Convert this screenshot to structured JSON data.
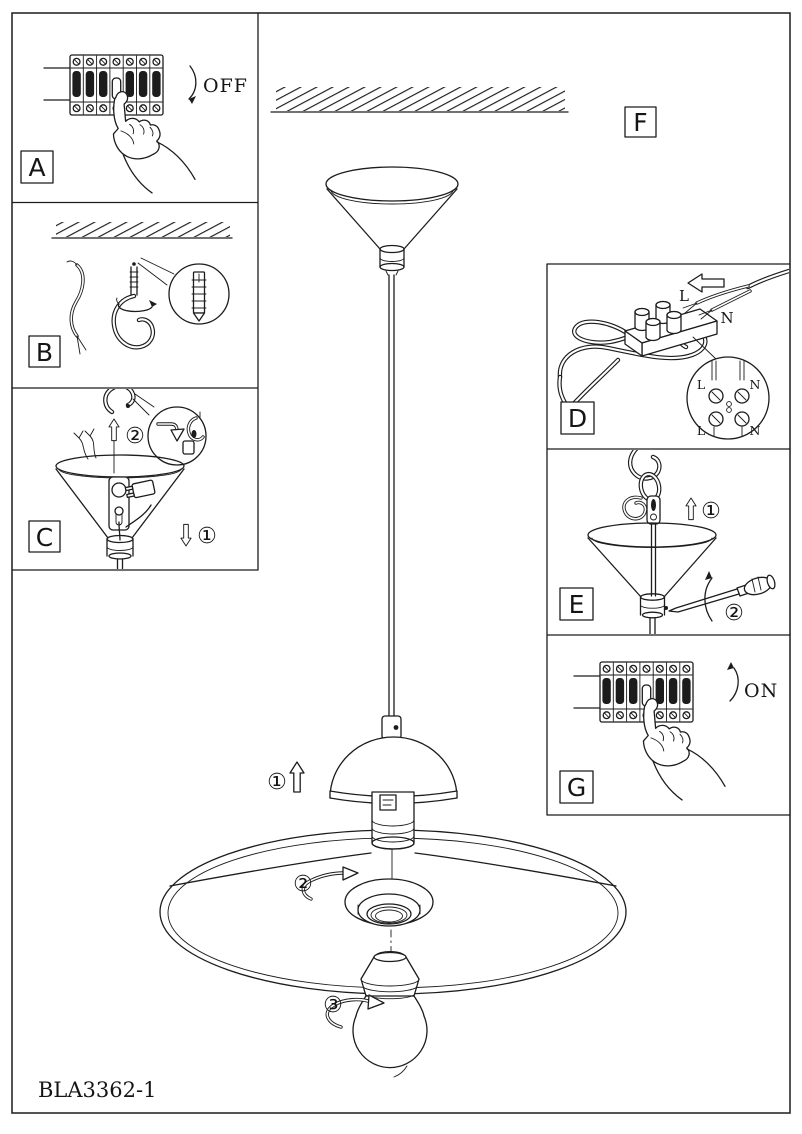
{
  "sheet": {
    "product_code": "BLA3362-1"
  },
  "panels": {
    "a": {
      "label": "A",
      "breaker_action": "OFF"
    },
    "b": {
      "label": "B"
    },
    "c": {
      "label": "C",
      "step_hook_canopy": "②",
      "step_pull_canopy": "①"
    },
    "d": {
      "label": "D",
      "wire_live": "L",
      "wire_neutral": "N",
      "terminal_detail": {
        "top_left": "L",
        "top_right": "N",
        "bottom_left": "L",
        "bottom_right": "N"
      }
    },
    "e": {
      "label": "E",
      "step_lift_canopy": "①",
      "step_tighten_screw": "②"
    },
    "f": {
      "label": "F"
    },
    "g": {
      "label": "G",
      "breaker_action": "ON"
    }
  },
  "main_figure": {
    "step_fit_shade": "①",
    "step_screw_ring": "②",
    "step_insert_bulb": "③"
  },
  "colors": {
    "ink": "#1c1c1c",
    "paper": "#ffffff"
  }
}
